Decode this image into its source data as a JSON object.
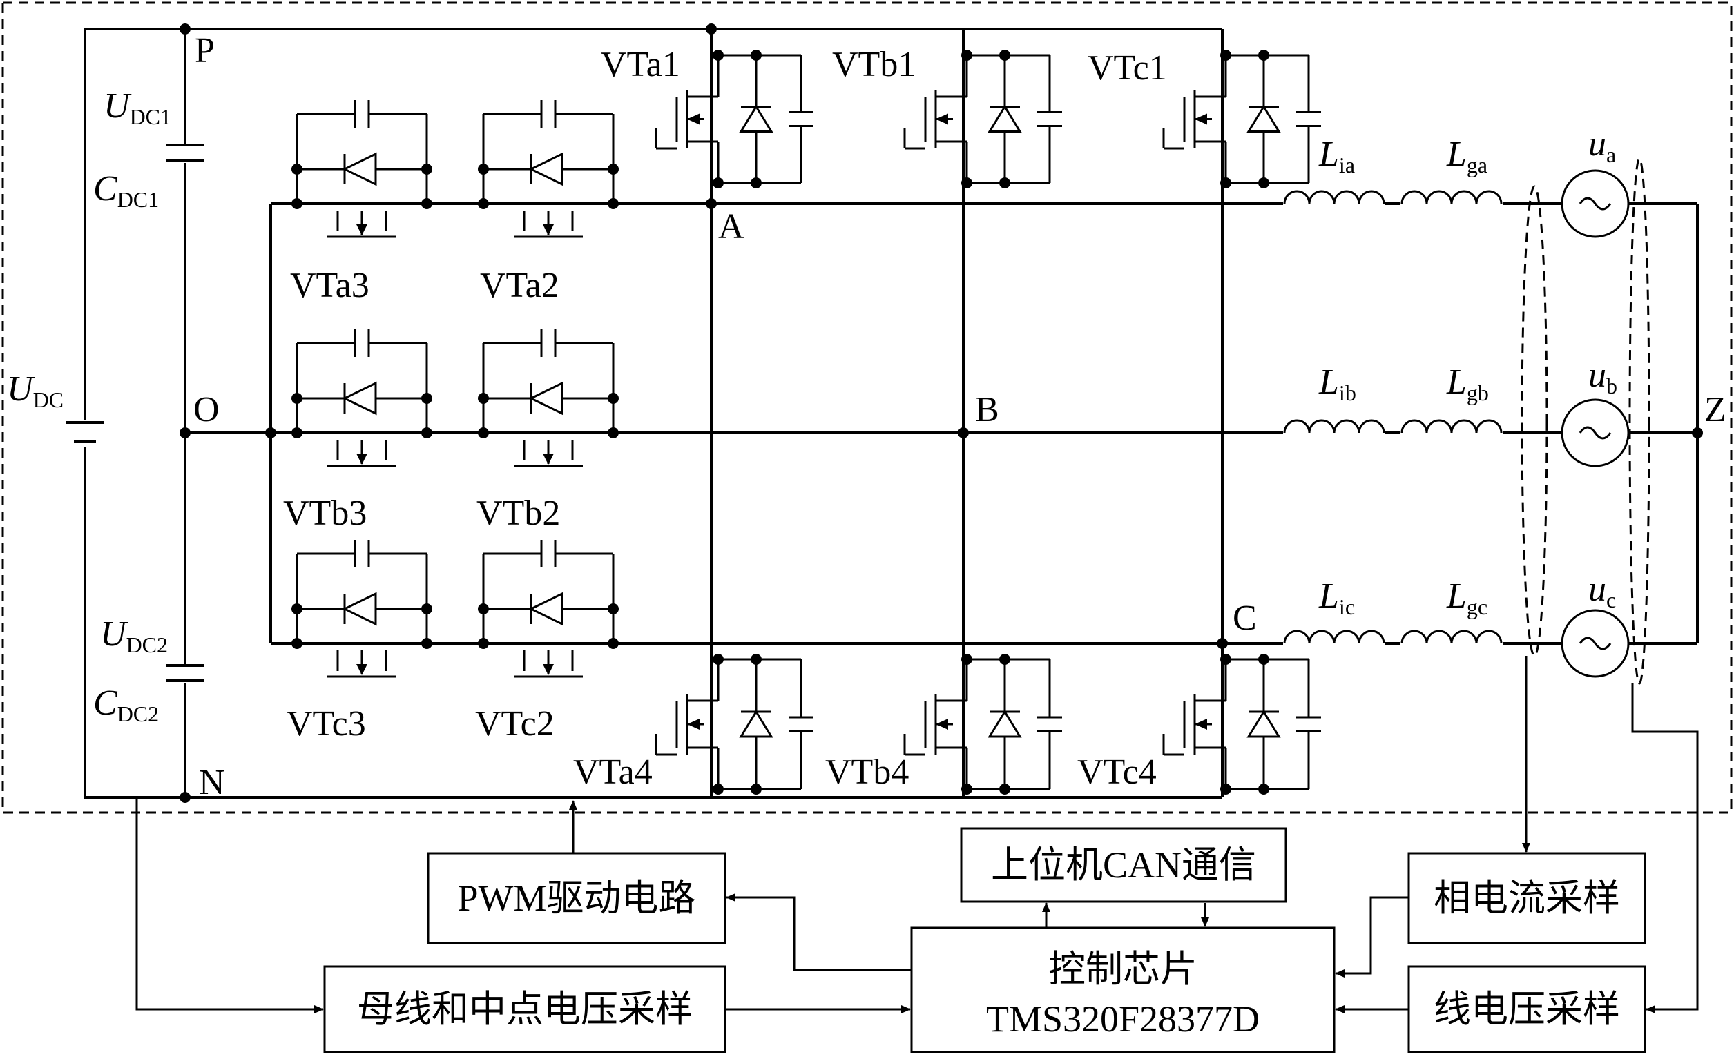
{
  "nodes": {
    "P": "P",
    "O": "O",
    "N": "N",
    "A": "A",
    "B": "B",
    "C": "C",
    "Z": "Z"
  },
  "dc": {
    "udc": {
      "main": "U",
      "sub": "DC"
    },
    "udc1": {
      "main": "U",
      "sub": "DC1"
    },
    "cdc1": {
      "main": "C",
      "sub": "DC1"
    },
    "udc2": {
      "main": "U",
      "sub": "DC2"
    },
    "cdc2": {
      "main": "C",
      "sub": "DC2"
    }
  },
  "switches": {
    "VTa1": "VTa1",
    "VTb1": "VTb1",
    "VTc1": "VTc1",
    "VTa4": "VTa4",
    "VTb4": "VTb4",
    "VTc4": "VTc4",
    "VTa2": "VTa2",
    "VTa3": "VTa3",
    "VTb2": "VTb2",
    "VTb3": "VTb3",
    "VTc2": "VTc2",
    "VTc3": "VTc3"
  },
  "inductors": {
    "Lia": {
      "main": "L",
      "sub": "ia"
    },
    "Lga": {
      "main": "L",
      "sub": "ga"
    },
    "Lib": {
      "main": "L",
      "sub": "ib"
    },
    "Lgb": {
      "main": "L",
      "sub": "gb"
    },
    "Lic": {
      "main": "L",
      "sub": "ic"
    },
    "Lgc": {
      "main": "L",
      "sub": "gc"
    }
  },
  "sources": {
    "ua": {
      "main": "u",
      "sub": "a"
    },
    "ub": {
      "main": "u",
      "sub": "b"
    },
    "uc": {
      "main": "u",
      "sub": "c"
    }
  },
  "blocks": {
    "pwm": "PWM驱动电路",
    "can": "上位机CAN通信",
    "current": "相电流采样",
    "controller_line1": "控制芯片",
    "controller_line2": "TMS320F28377D",
    "bus_voltage": "母线和中点电压采样",
    "line_voltage": "线电压采样"
  }
}
